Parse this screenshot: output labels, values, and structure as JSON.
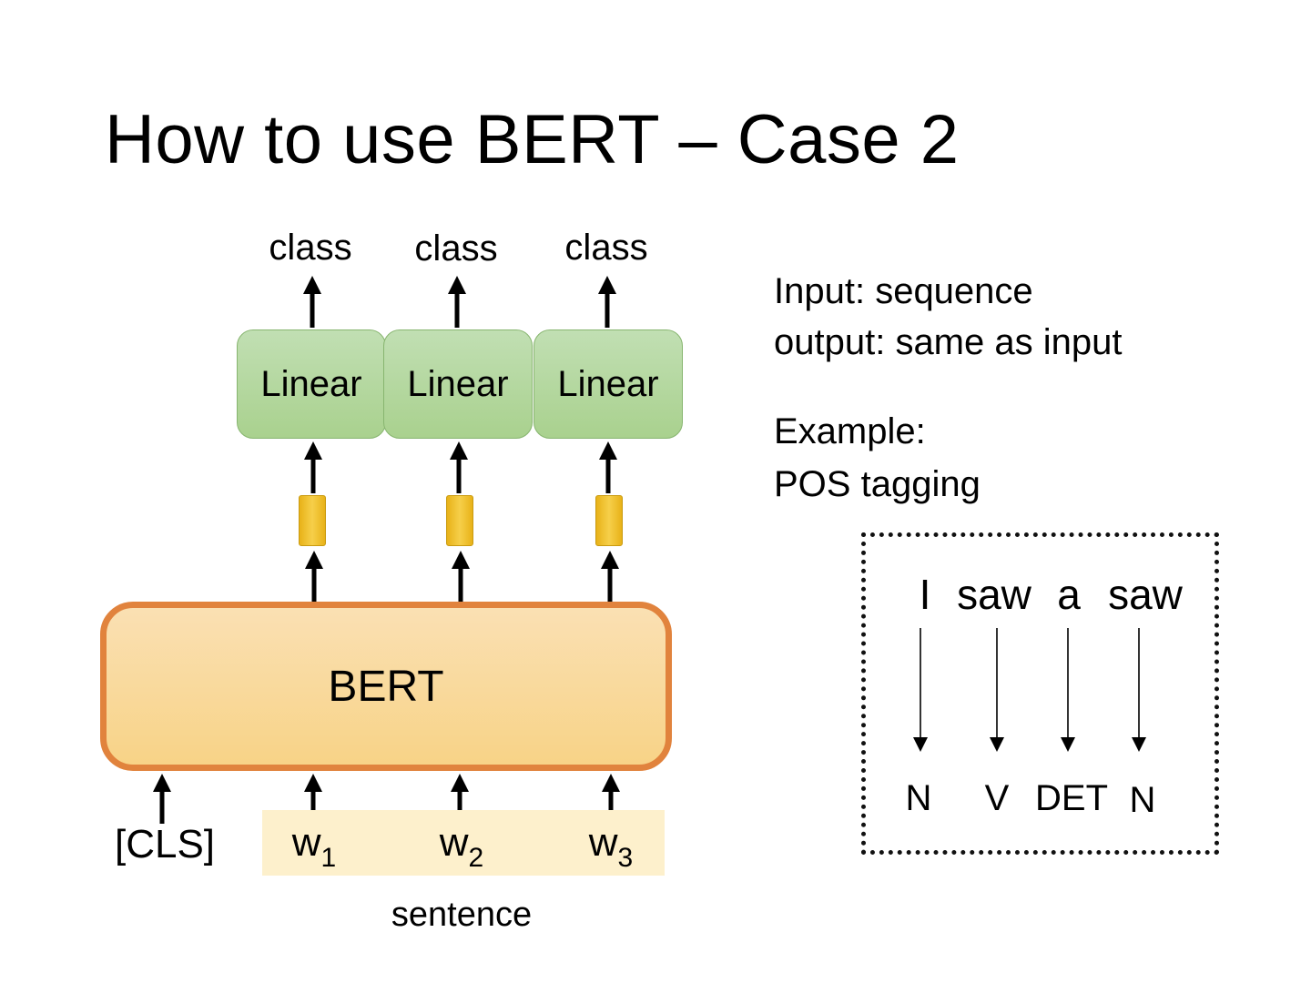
{
  "title": "How to use BERT – Case 2",
  "outputs": [
    {
      "class_label": "class",
      "linear_label": "Linear"
    },
    {
      "class_label": "class",
      "linear_label": "Linear"
    },
    {
      "class_label": "class",
      "linear_label": "Linear"
    }
  ],
  "bert_label": "BERT",
  "inputs": {
    "cls_token": "[CLS]",
    "tokens": [
      {
        "base": "w",
        "sub": "1"
      },
      {
        "base": "w",
        "sub": "2"
      },
      {
        "base": "w",
        "sub": "3"
      }
    ],
    "sentence_label": "sentence"
  },
  "description": {
    "input_line": "Input: sequence",
    "output_line": "output: same as input",
    "example_line": "Example:",
    "task_line": "POS tagging"
  },
  "pos_example": {
    "words": [
      "I",
      "saw",
      "a",
      "saw"
    ],
    "tags": [
      "N",
      "V",
      "DET",
      "N"
    ]
  },
  "colors": {
    "linear_fill": "#a9d18e",
    "vector_fill": "#f6cf4a",
    "bert_fill": "#f8d387",
    "bert_border": "#e1833d",
    "sentence_highlight": "#fdf0cc"
  }
}
